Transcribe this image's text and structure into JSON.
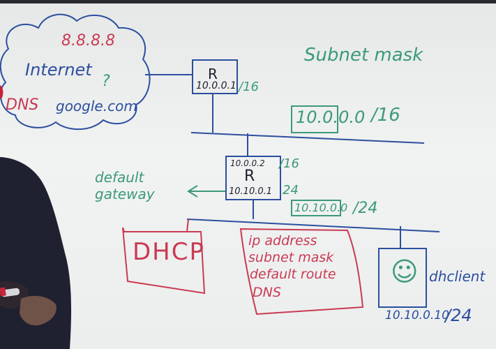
{
  "cloud": {
    "dns_ip": "8.8.8.8",
    "internet": "Internet",
    "question": "?",
    "dns": "DNS",
    "domain": "google.com"
  },
  "top_router": {
    "letter": "R",
    "ip": "10.0.0.1",
    "prefix": "/16"
  },
  "subnet_mask_label": "Subnet mask",
  "upper_network": {
    "address": "10.0.0.0",
    "prefix": "/16"
  },
  "mid_router": {
    "upper_ip": "10.0.0.2",
    "upper_prefix": "/16",
    "letter": "R",
    "lower_ip": "10.10.0.1",
    "lower_prefix": "24"
  },
  "default_gateway": [
    "default",
    "gateway"
  ],
  "lower_network": {
    "address": "10.10.0.0",
    "prefix": "/24"
  },
  "dhcp_label": "DHCP",
  "dhcp_offer": [
    "ip address",
    "subnet mask",
    "default route",
    "DNS"
  ],
  "client": {
    "name": "dhclient",
    "ip": "10.10.0.10",
    "prefix": "/24",
    "face": "☺"
  },
  "colors": {
    "blue": "#2b4f9e",
    "green": "#3c9a78",
    "red": "#c93a52",
    "board": "#eceeee"
  }
}
